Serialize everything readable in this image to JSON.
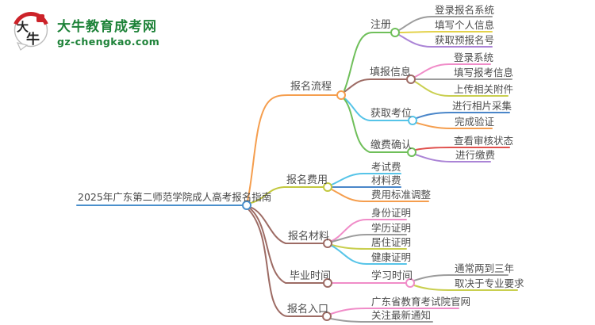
{
  "logo": {
    "icon_text_top": "大",
    "icon_text_bottom": "牛",
    "title": "大牛教育成考网",
    "subtitle": "gz-chengkao.com",
    "brand_green": "#1d8238",
    "seal_red": "#cc2229"
  },
  "root": {
    "label": "2025年广东第二师范学院成人高考报名指南",
    "color": "#4a8fcc"
  },
  "branches": [
    {
      "label": "报名流程",
      "color": "#f59e4e",
      "children": [
        {
          "label": "注册",
          "color": "#6fbf5a",
          "children": [
            {
              "label": "登录报名系统",
              "color": "#9c9c9c"
            },
            {
              "label": "填写个人信息",
              "color": "#e3d24b"
            },
            {
              "label": "获取预报名号",
              "color": "#ab84d6"
            }
          ]
        },
        {
          "label": "填报信息",
          "color": "#9d6b64",
          "children": [
            {
              "label": "登录系统",
              "color": "#f08cc8"
            },
            {
              "label": "填写报考信息",
              "color": "#9c9c9c"
            },
            {
              "label": "上传相关附件",
              "color": "#c9cf4f"
            }
          ]
        },
        {
          "label": "获取考位",
          "color": "#56c4e8",
          "children": [
            {
              "label": "进行相片采集",
              "color": "#4a86c9"
            },
            {
              "label": "完成验证",
              "color": "#f59e4e"
            }
          ]
        },
        {
          "label": "缴费确认",
          "color": "#6fbf5a",
          "children": [
            {
              "label": "查看审核状态",
              "color": "#e0504d"
            },
            {
              "label": "进行缴费",
              "color": "#ab84d6"
            }
          ]
        }
      ]
    },
    {
      "label": "报名费用",
      "color": "#c2c83e",
      "children": [
        {
          "label": "考试费",
          "color": "#56c4e8"
        },
        {
          "label": "材料费",
          "color": "#4a86c9"
        },
        {
          "label": "费用标准调整",
          "color": "#f59e4e"
        }
      ]
    },
    {
      "label": "报名材料",
      "color": "#9d6b64",
      "children": [
        {
          "label": "身份证明",
          "color": "#f08cc8"
        },
        {
          "label": "学历证明",
          "color": "#9c9c9c"
        },
        {
          "label": "居住证明",
          "color": "#c9cf4f"
        },
        {
          "label": "健康证明",
          "color": "#56c4e8"
        }
      ]
    },
    {
      "label": "毕业时间",
      "color": "#9d6b64",
      "children": [
        {
          "label": "学习时间",
          "color": "#f08cc8",
          "children": [
            {
              "label": "通常两到三年",
              "color": "#9c9c9c"
            },
            {
              "label": "取决于专业要求",
              "color": "#c9cf4f"
            }
          ]
        }
      ]
    },
    {
      "label": "报名入口",
      "color": "#9d6b64",
      "children": [
        {
          "label": "广东省教育考试院官网",
          "color": "#f08cc8"
        },
        {
          "label": "关注最新通知",
          "color": "#9c9c9c"
        }
      ]
    }
  ]
}
